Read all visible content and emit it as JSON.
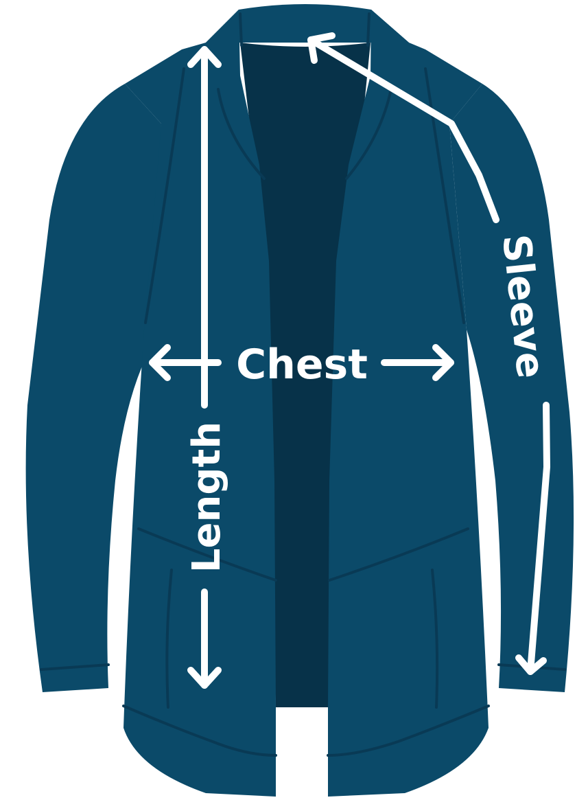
{
  "labels": {
    "chest": "Chest",
    "length": "Length",
    "sleeve": "Sleeve"
  },
  "colors": {
    "garment": "#0b4a69",
    "lining": "#073249",
    "seam": "#093a55",
    "markup": "#ffffff"
  }
}
